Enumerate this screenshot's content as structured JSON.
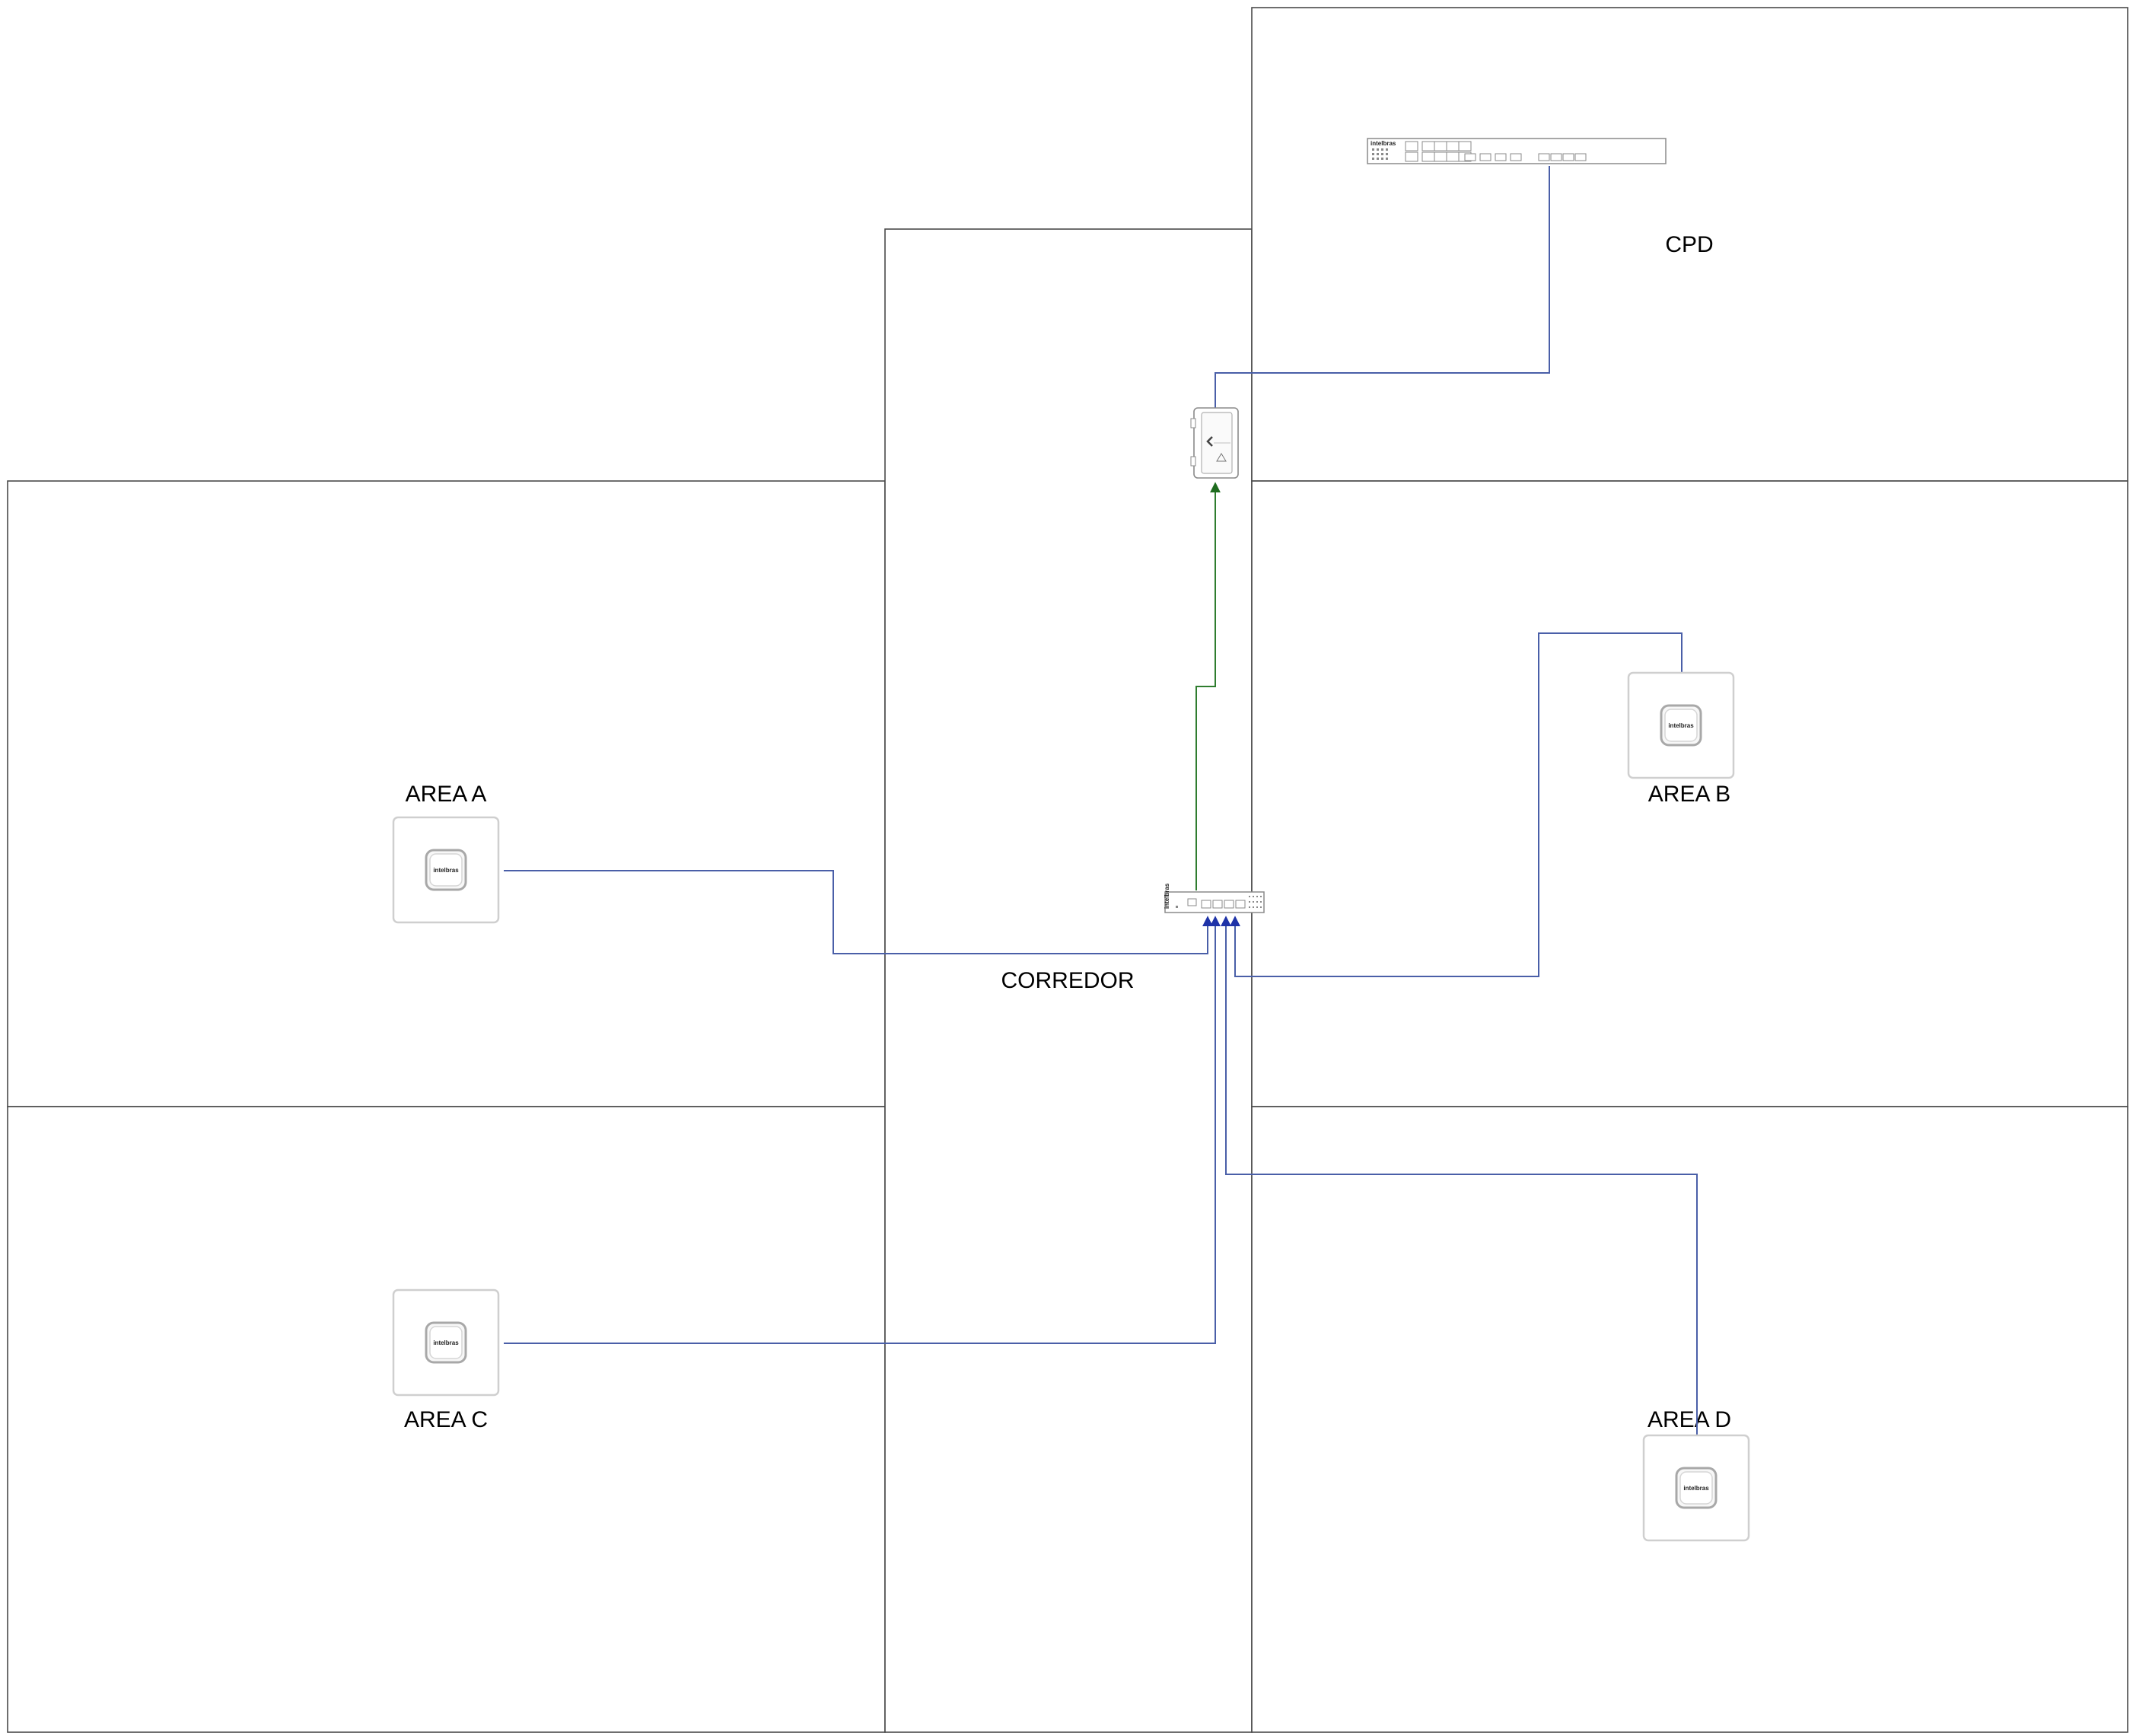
{
  "diagram": {
    "rooms": [
      {
        "id": "room-cpd",
        "label": "CPD"
      },
      {
        "id": "room-corredor",
        "label": "CORREDOR"
      },
      {
        "id": "room-area-a",
        "label": "AREA A"
      },
      {
        "id": "room-area-b",
        "label": "AREA B"
      },
      {
        "id": "room-area-c",
        "label": "AREA C"
      },
      {
        "id": "room-area-d",
        "label": "AREA D"
      }
    ],
    "devices": {
      "core_switch": {
        "icon": "rack-switch-icon",
        "brand": "intelbras"
      },
      "enclosure": {
        "icon": "outdoor-enclosure-icon"
      },
      "poe_switch": {
        "icon": "poe-switch-icon",
        "brand": "intelbras"
      },
      "access_points": {
        "icon": "access-point-icon",
        "brand": "intelbras"
      }
    },
    "cable_colors": {
      "blue": "#4a5fa8",
      "green": "#2f7d2f"
    }
  }
}
